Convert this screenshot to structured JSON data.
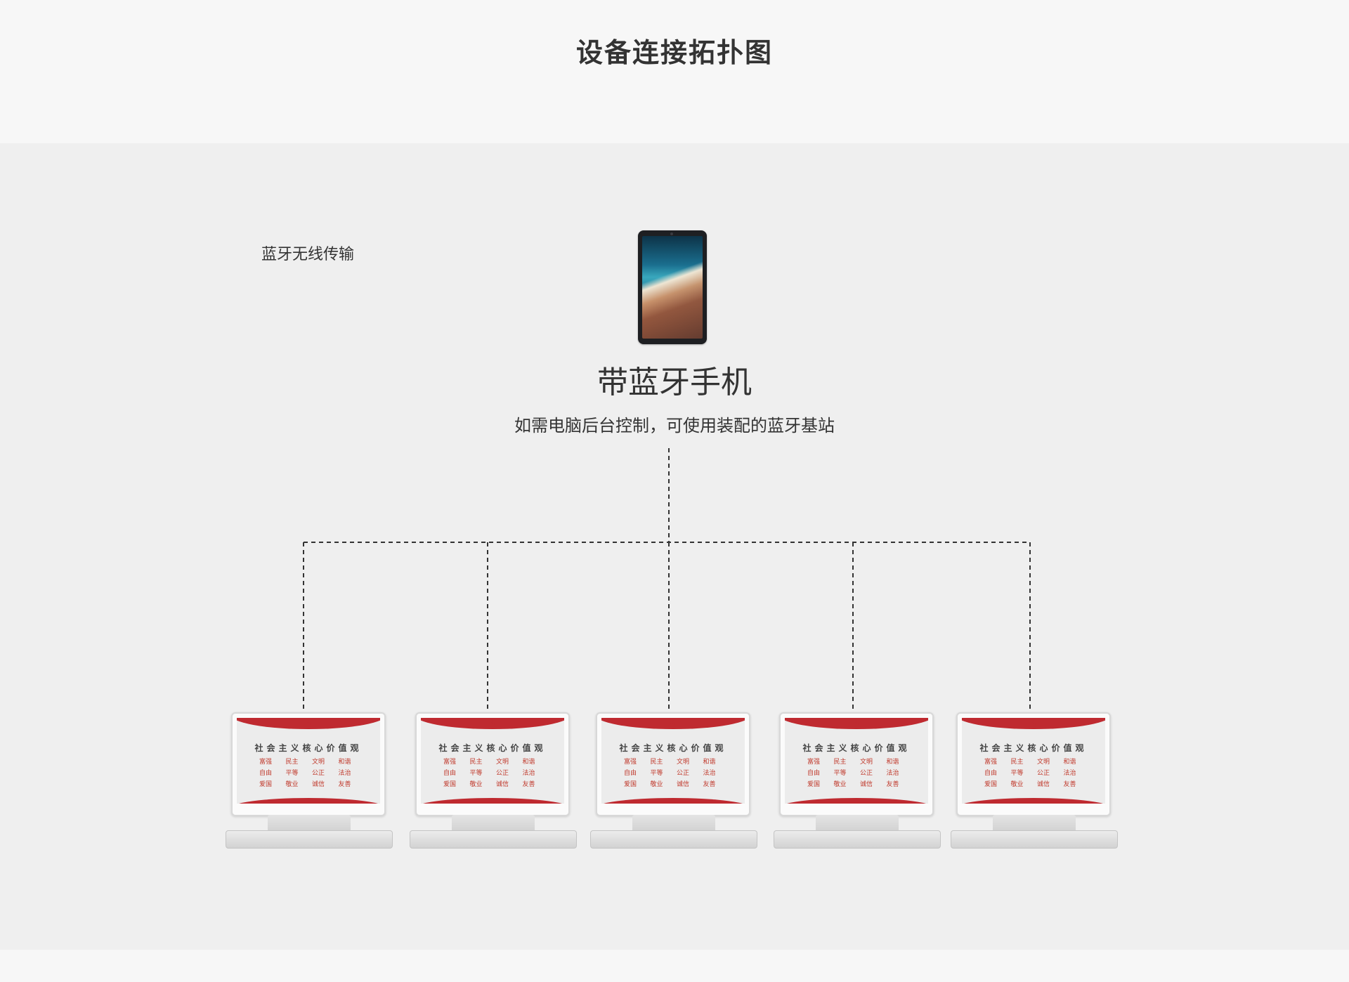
{
  "header": {
    "title": "设备连接拓扑图"
  },
  "diagram": {
    "side_label": "蓝牙无线传输",
    "hub": {
      "title": "带蓝牙手机",
      "subtitle": "如需电脑后台控制，可使用装配的蓝牙基站",
      "icon": "tablet-icon"
    },
    "display": {
      "emblem": "☭",
      "heading": "社会主义核心价值观",
      "words": [
        "富强",
        "民主",
        "文明",
        "和谐",
        "自由",
        "平等",
        "公正",
        "法治",
        "爱国",
        "敬业",
        "诚信",
        "友善"
      ]
    },
    "node_count": 5,
    "colors": {
      "screen_accent": "#bf2a30",
      "connector": "#333333",
      "background": "#efefef",
      "header_background": "#f7f7f7"
    }
  }
}
